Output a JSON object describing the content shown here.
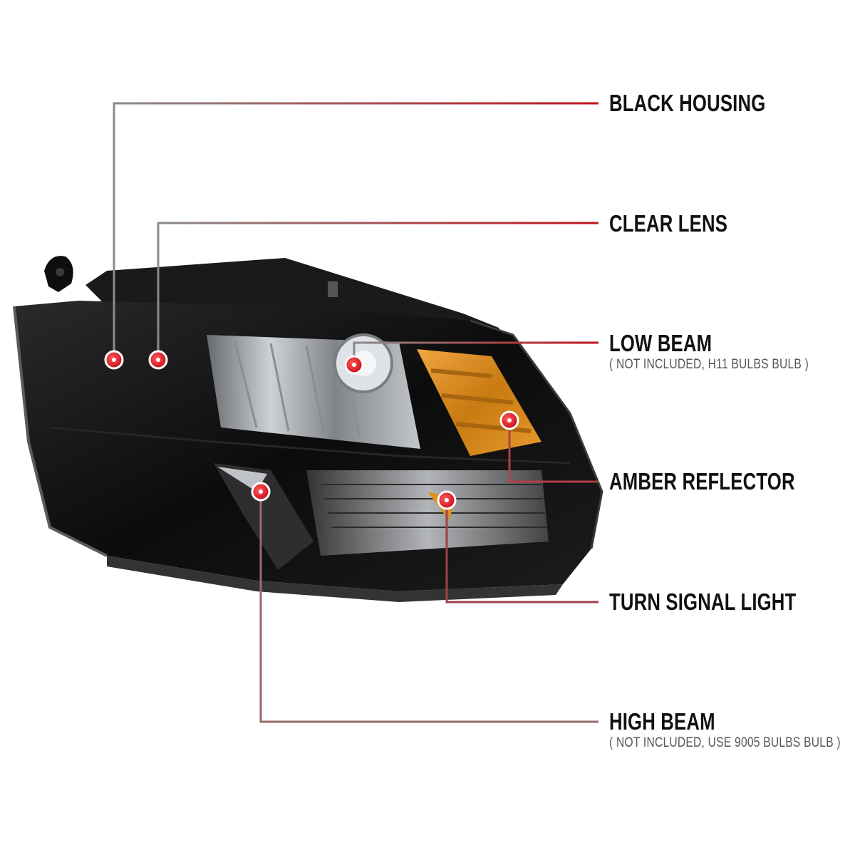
{
  "labels": {
    "black_housing": {
      "title": "BLACK HOUSING"
    },
    "clear_lens": {
      "title": "CLEAR LENS"
    },
    "low_beam": {
      "title": "LOW BEAM",
      "subtitle": "( NOT INCLUDED, H11 BULBS BULB )"
    },
    "amber_reflector": {
      "title": "AMBER REFLECTOR"
    },
    "turn_signal": {
      "title": "TURN SIGNAL LIGHT"
    },
    "high_beam": {
      "title": "HIGH BEAM",
      "subtitle": "( NOT INCLUDED, USE 9005 BULBS BULB )"
    }
  },
  "colors": {
    "leader_start": "#8a8a8a",
    "leader_end": "#c0141b",
    "marker_red": "#d9121c",
    "housing": "#121212",
    "amber": "#d88a1c",
    "chrome": "#c9ccd0",
    "background": "#ffffff",
    "text": "#111111"
  }
}
